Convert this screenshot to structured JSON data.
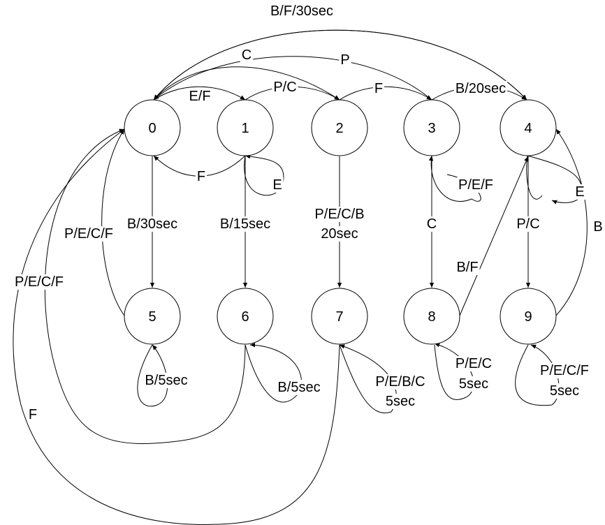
{
  "states": [
    "0",
    "1",
    "2",
    "3",
    "4",
    "5",
    "6",
    "7",
    "8",
    "9"
  ],
  "edges": {
    "e_4_0_top": [
      "B/F/30sec"
    ],
    "e_0_2": [
      "C"
    ],
    "e_0_3": [
      "P"
    ],
    "e_0_1": [
      "E/F"
    ],
    "e_1_2": [
      "P/C"
    ],
    "e_2_3": [
      "F"
    ],
    "e_3_4": [
      "B/20sec"
    ],
    "e_1_0": [
      "F"
    ],
    "e_1_self": [
      "E"
    ],
    "e_3_self": [
      "P/E/F"
    ],
    "e_4_self": [
      "E"
    ],
    "e_0_5": [
      "B/30sec"
    ],
    "e_5_0": [
      "P/E/C/F"
    ],
    "e_1_6": [
      "B/15sec"
    ],
    "e_2_7": [
      "P/E/C/B",
      "20sec"
    ],
    "e_3_8": [
      "C"
    ],
    "e_8_4": [
      "B/F"
    ],
    "e_4_9": [
      "P/C"
    ],
    "e_9_4": [
      "B"
    ],
    "e_5_self": [
      "B/5sec"
    ],
    "e_6_self": [
      "B/5sec"
    ],
    "e_7_self": [
      "P/E/B/C",
      "5sec"
    ],
    "e_8_self": [
      "P/E/C",
      "5sec"
    ],
    "e_9_self": [
      "P/E/C/F",
      "5sec"
    ],
    "e_6_0": [
      "P/E/C/F"
    ],
    "e_7_0": [
      "F"
    ]
  }
}
